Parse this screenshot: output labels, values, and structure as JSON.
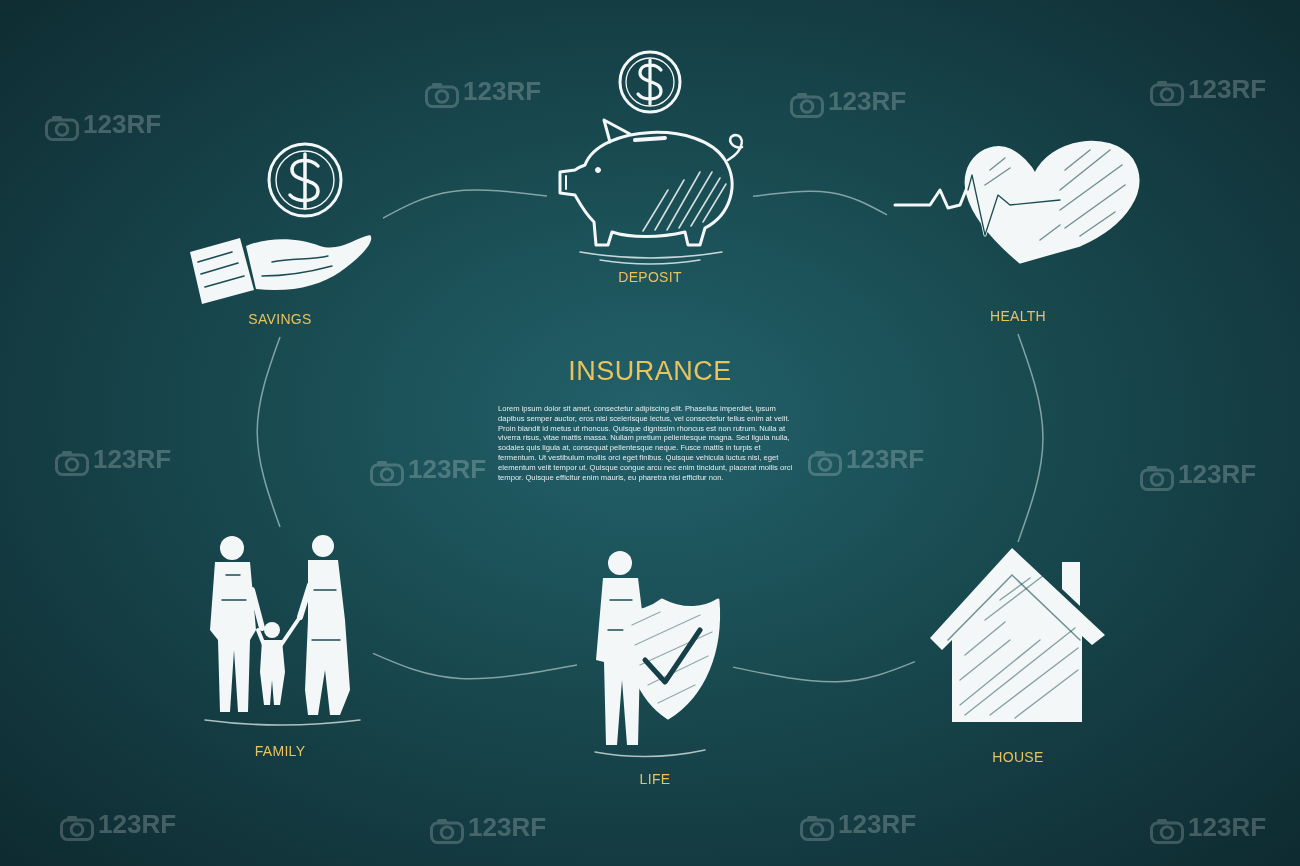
{
  "diagram": {
    "title": "INSURANCE",
    "nodes": [
      {
        "text": [
          "SAVINGS"
        ]
      },
      {
        "text": [
          "DEPOSIT"
        ]
      },
      {
        "text": [
          "HEALTH"
        ]
      },
      {
        "text": [
          "FAMILY"
        ]
      },
      {
        "text": [
          "LIFE"
        ]
      },
      {
        "text": [
          "HOUSE"
        ]
      }
    ],
    "edges": [
      {
        "from": 0,
        "to": 1,
        "arrow": "none"
      },
      {
        "from": 1,
        "to": 2,
        "arrow": "none"
      },
      {
        "from": 2,
        "to": 5,
        "arrow": "none"
      },
      {
        "from": 5,
        "to": 4,
        "arrow": "none"
      },
      {
        "from": 4,
        "to": 3,
        "arrow": "none"
      },
      {
        "from": 3,
        "to": 0,
        "arrow": "none"
      }
    ],
    "labels": [
      "Lorem ipsum dolor sit amet, consectetur adipiscing elit. Phasellus imperdiet, ipsum dapibus semper auctor, eros nisi scelerisque lectus, vel consectetur tellus enim at velit. Proin blandit id metus ut rhoncus. Quisque dignissim rhoncus est non rutrum. Nulla at viverra risus, vitae mattis massa. Nullam pretium pellentesque magna. Sed ligula nulla, sodales quis ligula at, consequat pellentesque neque. Fusce mattis in turpis et fermentum. Ut vestibulum mollis orci eget finibus. Quisque vehicula luctus nisi, eget elementum velit tempor ut. Quisque congue arcu nec enim tincidunt, placerat mollis orci tempor. Quisque efficitur enim mauris, eu pharetra nisi efficitur non.",
      "123RF",
      "123RF",
      "123RF",
      "123RF",
      "123RF",
      "123RF",
      "123RF",
      "123RF",
      "123RF",
      "123RF",
      "123RF",
      "123RF"
    ]
  }
}
